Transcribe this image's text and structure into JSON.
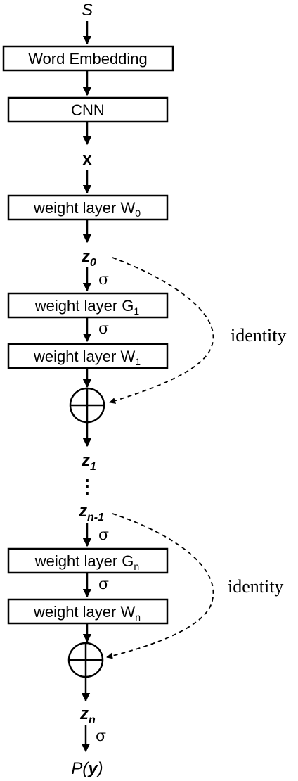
{
  "input": {
    "label": "S"
  },
  "blocks": {
    "embedding": "Word Embedding",
    "cnn": "CNN",
    "w0_base": "weight layer W",
    "w0_sub": "0",
    "g1_base": "weight layer G",
    "g1_sub": "1",
    "w1_base": "weight layer W",
    "w1_sub": "1",
    "gn_base": "weight layer G",
    "gn_sub": "n",
    "wn_base": "weight layer W",
    "wn_sub": "n"
  },
  "vars": {
    "x": "x",
    "z_base": "z",
    "z0_sub": "0",
    "z1_sub": "1",
    "zn1_sub": "n-1",
    "zn_sub": "n",
    "dots": "⋮"
  },
  "activation": "σ",
  "skip": {
    "label_1": "identity",
    "label_2": "identity"
  },
  "output": {
    "prefix": "P(",
    "var": "y",
    "suffix": ")"
  }
}
